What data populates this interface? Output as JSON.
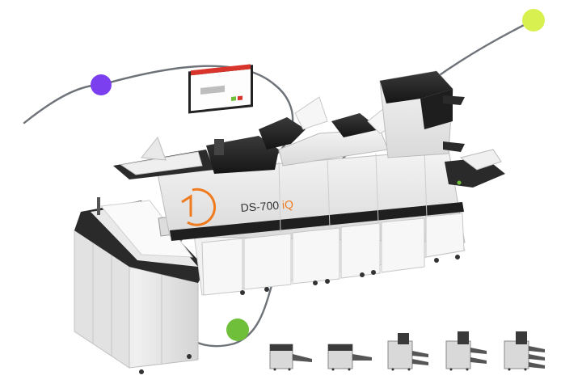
{
  "product": {
    "model": "DS-700",
    "model_suffix": "iQ",
    "brand_color": "#F07A1E"
  },
  "decor": {
    "dot_colors": [
      "#7B3FF0",
      "#D8F050",
      "#6FBF3A"
    ],
    "line_color": "#6E7279"
  },
  "variants": {
    "count_shown": 5,
    "items": [
      {
        "icon": "folder-inserter-variant-1-icon"
      },
      {
        "icon": "folder-inserter-variant-2-icon"
      },
      {
        "icon": "folder-inserter-variant-3-icon"
      },
      {
        "icon": "folder-inserter-variant-4-icon"
      },
      {
        "icon": "folder-inserter-variant-5-icon"
      }
    ]
  }
}
